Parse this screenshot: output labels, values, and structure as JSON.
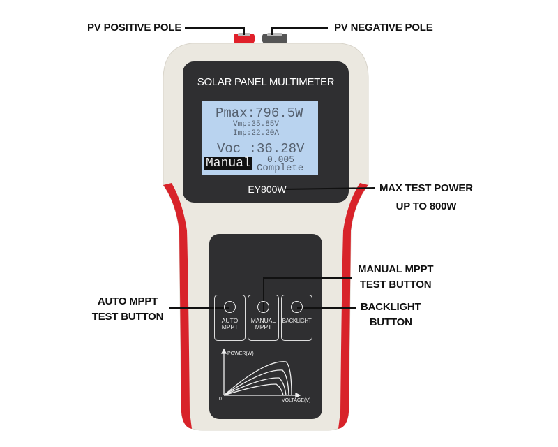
{
  "device": {
    "title": "SOLAR PANEL MULTIMETER",
    "model": "EY800W",
    "colors": {
      "body": "#ebe8e0",
      "grip": "#d8232a",
      "panel": "#2f2f31",
      "lcd": "#b9d3ef",
      "positive": "#e0202a",
      "negative": "#555555"
    },
    "lcd": {
      "pmax": "Pmax:796.5W",
      "vmp": "Vmp:35.85V",
      "imp": "Imp:22.20A",
      "voc": "Voc :36.28V",
      "mode": "Manual",
      "value": "0.005",
      "status": "Complete"
    },
    "buttons": [
      {
        "label_1": "AUTO",
        "label_2": "MPPT"
      },
      {
        "label_1": "MANUAL",
        "label_2": "MPPT"
      },
      {
        "label_1": "BACKLIGHT",
        "label_2": ""
      }
    ],
    "graph": {
      "y_label": "POWER(W)",
      "x_label": "VOLTAGE(V)",
      "origin": "0"
    }
  },
  "callouts": {
    "positive_pole": "PV POSITIVE POLE",
    "negative_pole": "PV NEGATIVE POLE",
    "max_power_1": "MAX TEST POWER",
    "max_power_2": "UP TO 800W",
    "manual_1": "MANUAL MPPT",
    "manual_2": "TEST BUTTON",
    "auto_1": "AUTO MPPT",
    "auto_2": "TEST BUTTON",
    "backlight_1": "BACKLIGHT",
    "backlight_2": "BUTTON"
  }
}
